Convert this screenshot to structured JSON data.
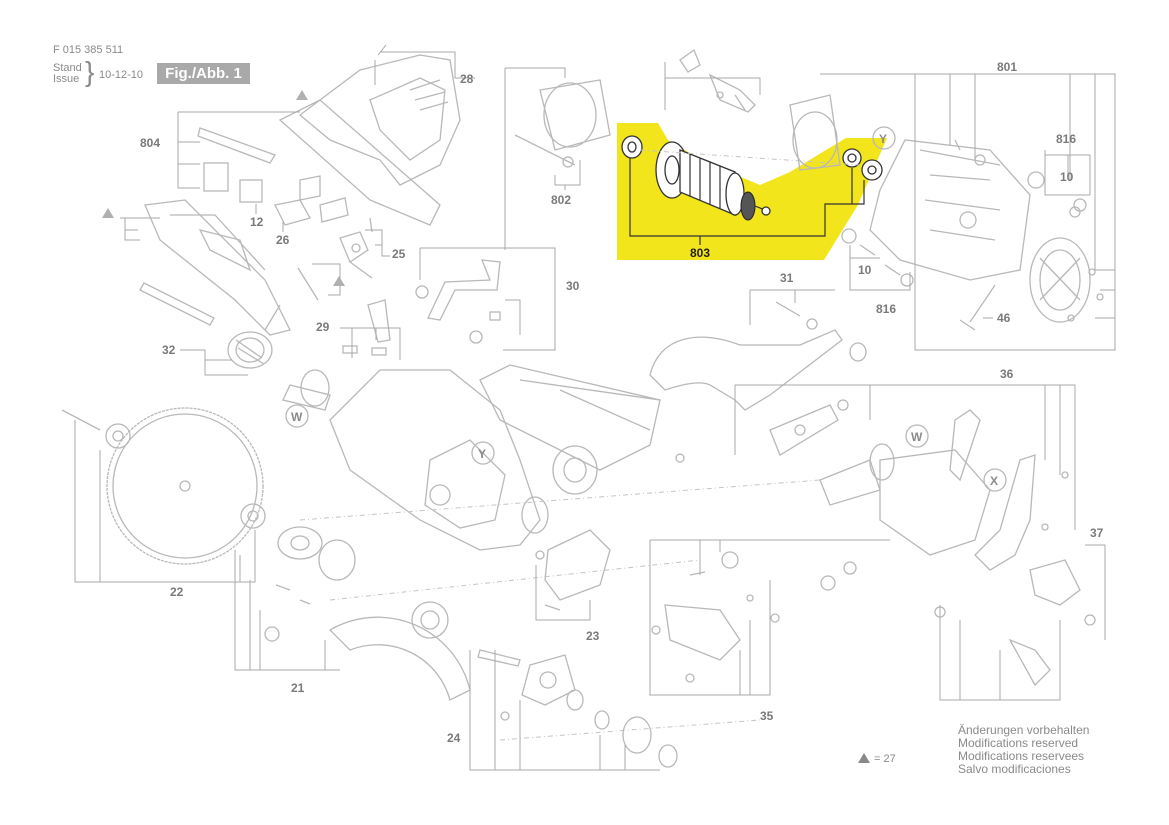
{
  "header": {
    "doc_number": "F 015 385 511",
    "stand_label": "Stand",
    "issue_label": "Issue",
    "date": "10-12-10",
    "fig_label": "Fig./Abb. 1"
  },
  "callouts": {
    "c28": "28",
    "c801": "801",
    "c804": "804",
    "c802": "802",
    "c803": "803",
    "c816a": "816",
    "c816b": "816",
    "c10a": "10",
    "c10b": "10",
    "c12": "12",
    "c26": "26",
    "c25": "25",
    "c30": "30",
    "c31": "31",
    "c29": "29",
    "c32": "32",
    "c46": "46",
    "c36": "36",
    "c37": "37",
    "c22": "22",
    "c21": "21",
    "c23": "23",
    "c24": "24",
    "c35": "35"
  },
  "circle_markers": {
    "y1": "Y",
    "y2": "Y",
    "w1": "W",
    "w2": "W",
    "x1": "X"
  },
  "highlight": {
    "part": "803",
    "color": "#f3e51c"
  },
  "legend": {
    "triangle_ref": "= 27"
  },
  "notes": [
    "Änderungen vorbehalten",
    "Modifications reserved",
    "Modifications reservees",
    "Salvo modificaciones"
  ]
}
